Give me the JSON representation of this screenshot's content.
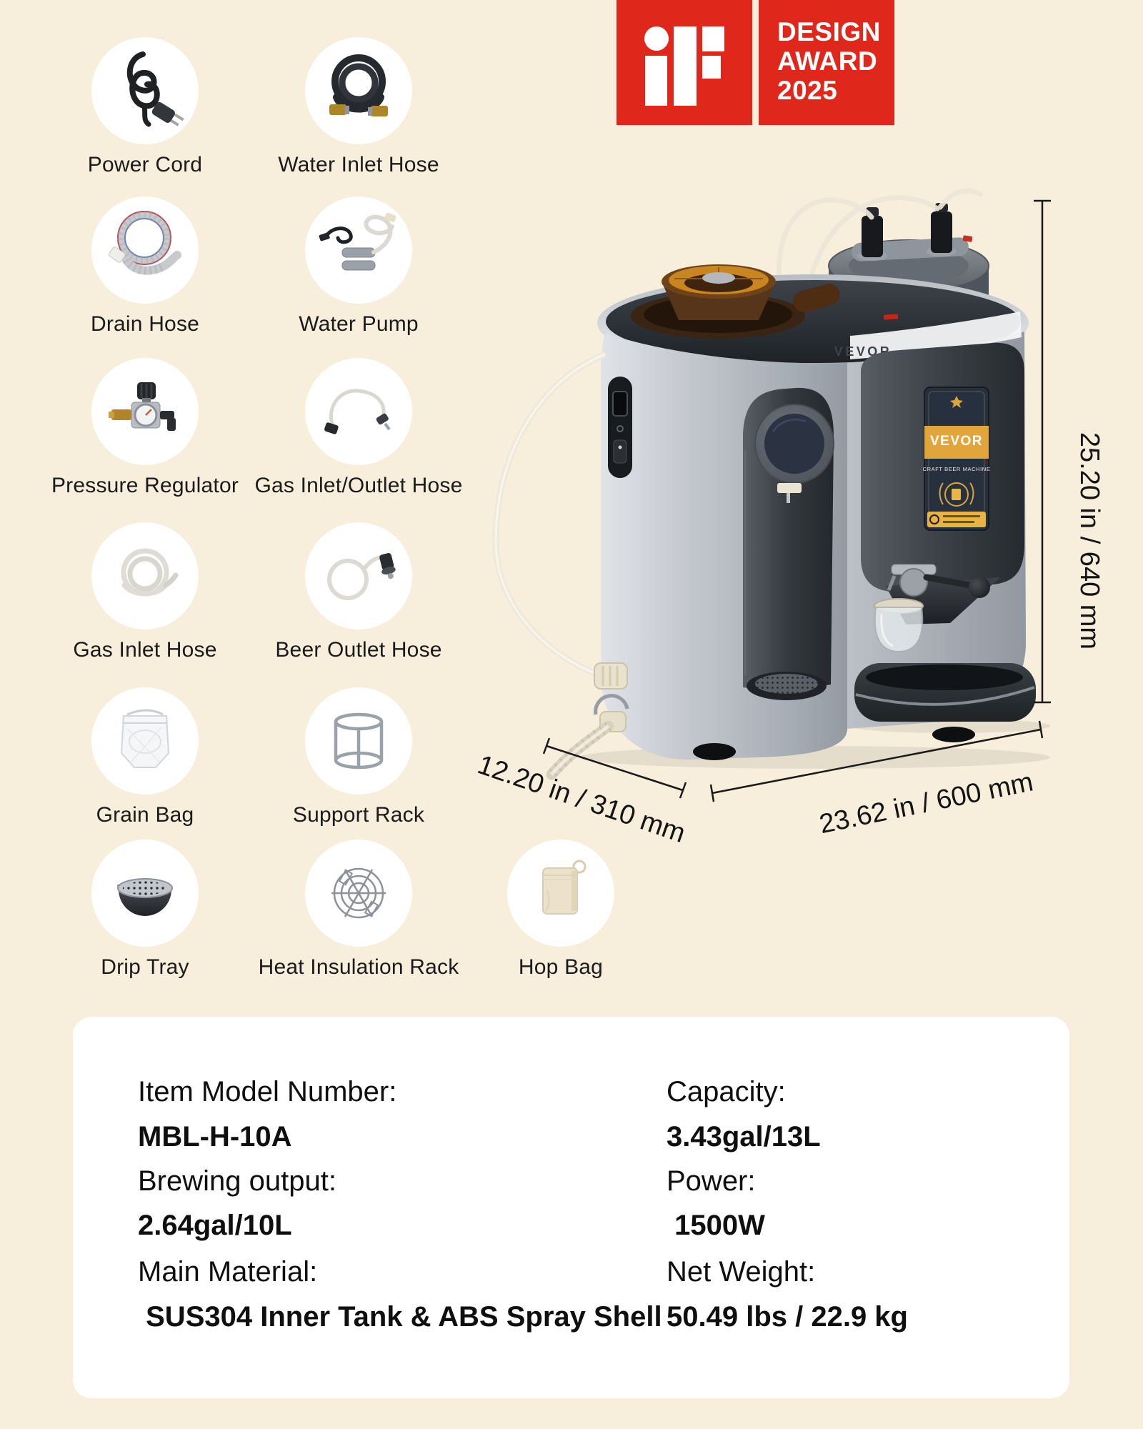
{
  "badge": {
    "logo": "iF",
    "lines": [
      "DESIGN",
      "AWARD",
      "2025"
    ],
    "bg_color": "#e0271c",
    "text_color": "#ffffff"
  },
  "accessories": [
    {
      "label": "Power Cord",
      "icon": "power-cord-icon"
    },
    {
      "label": "Water Inlet Hose",
      "icon": "water-inlet-hose-icon"
    },
    {
      "label": "Drain Hose",
      "icon": "drain-hose-icon"
    },
    {
      "label": "Water Pump",
      "icon": "water-pump-icon"
    },
    {
      "label": "Pressure Regulator",
      "icon": "pressure-regulator-icon"
    },
    {
      "label": "Gas Inlet/Outlet Hose",
      "icon": "gas-inlet-outlet-hose-icon"
    },
    {
      "label": "Gas Inlet Hose",
      "icon": "gas-inlet-hose-icon"
    },
    {
      "label": "Beer Outlet Hose",
      "icon": "beer-outlet-hose-icon"
    },
    {
      "label": "Grain Bag",
      "icon": "grain-bag-icon"
    },
    {
      "label": "Support Rack",
      "icon": "support-rack-icon"
    },
    {
      "label": "Drip Tray",
      "icon": "drip-tray-icon"
    },
    {
      "label": "Heat Insulation Rack",
      "icon": "heat-insulation-rack-icon"
    },
    {
      "label": "Hop Bag",
      "icon": "hop-bag-icon"
    }
  ],
  "machine": {
    "brand": "VEVOR",
    "label_title": "VEVOR",
    "label_sub": "CRAFT BEER MACHINE"
  },
  "dims": {
    "height": "25.20  in /  640 mm",
    "depth": "12.20 in / 310 mm",
    "width": "23.62 in /  600 mm"
  },
  "specs": {
    "left": [
      {
        "label": "Item Model Number:",
        "value": "MBL-H-10A"
      },
      {
        "label": "Brewing output:",
        "value": "2.64gal/10L"
      },
      {
        "label": "Main Material:",
        "value": " SUS304 Inner Tank & ABS Spray Shell"
      }
    ],
    "right": [
      {
        "label": "Capacity:",
        "value": "3.43gal/13L"
      },
      {
        "label": "Power:",
        "value": " 1500W"
      },
      {
        "label": "Net Weight:",
        "value": "50.49 lbs / 22.9 kg"
      }
    ]
  },
  "colors": {
    "background": "#f7eedb",
    "panel": "#ffffff",
    "badge_red": "#e0271c",
    "text": "#111111",
    "accent_yellow": "#e2a53b"
  }
}
